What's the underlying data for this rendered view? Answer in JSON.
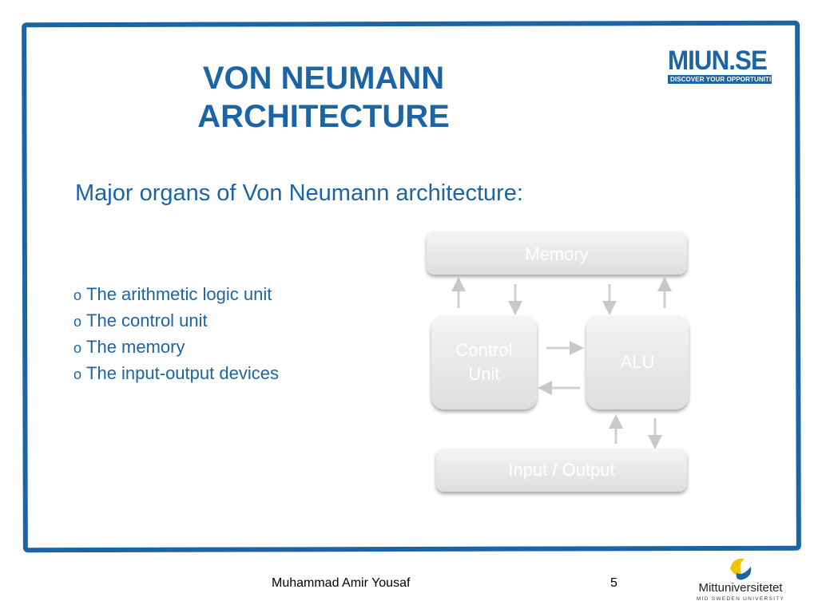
{
  "slide": {
    "title_lines": [
      "VON NEUMANN",
      "ARCHITECTURE"
    ],
    "subtitle": "Major organs of Von Neumann architecture:",
    "bullet_marker": "o",
    "bullets": [
      "The arithmetic logic unit",
      "The control unit",
      "The memory",
      "The input-output devices"
    ]
  },
  "logo": {
    "word": "MIUN.SE",
    "tagline": "DISCOVER YOUR OPPORTUNITIES"
  },
  "diagram": {
    "memory": "Memory",
    "control_unit": [
      "Control",
      "Unit"
    ],
    "alu": "ALU",
    "io": "Input / Output"
  },
  "footer": {
    "author": "Muhammad Amir Yousaf",
    "page": "5",
    "university": "Mittuniversitetet",
    "university_sub": "MID SWEDEN UNIVERSITY"
  },
  "colors": {
    "brand_blue": "#1b65a6",
    "box_fill": "#e6e6e6",
    "logo_yellow": "#f2c400"
  }
}
